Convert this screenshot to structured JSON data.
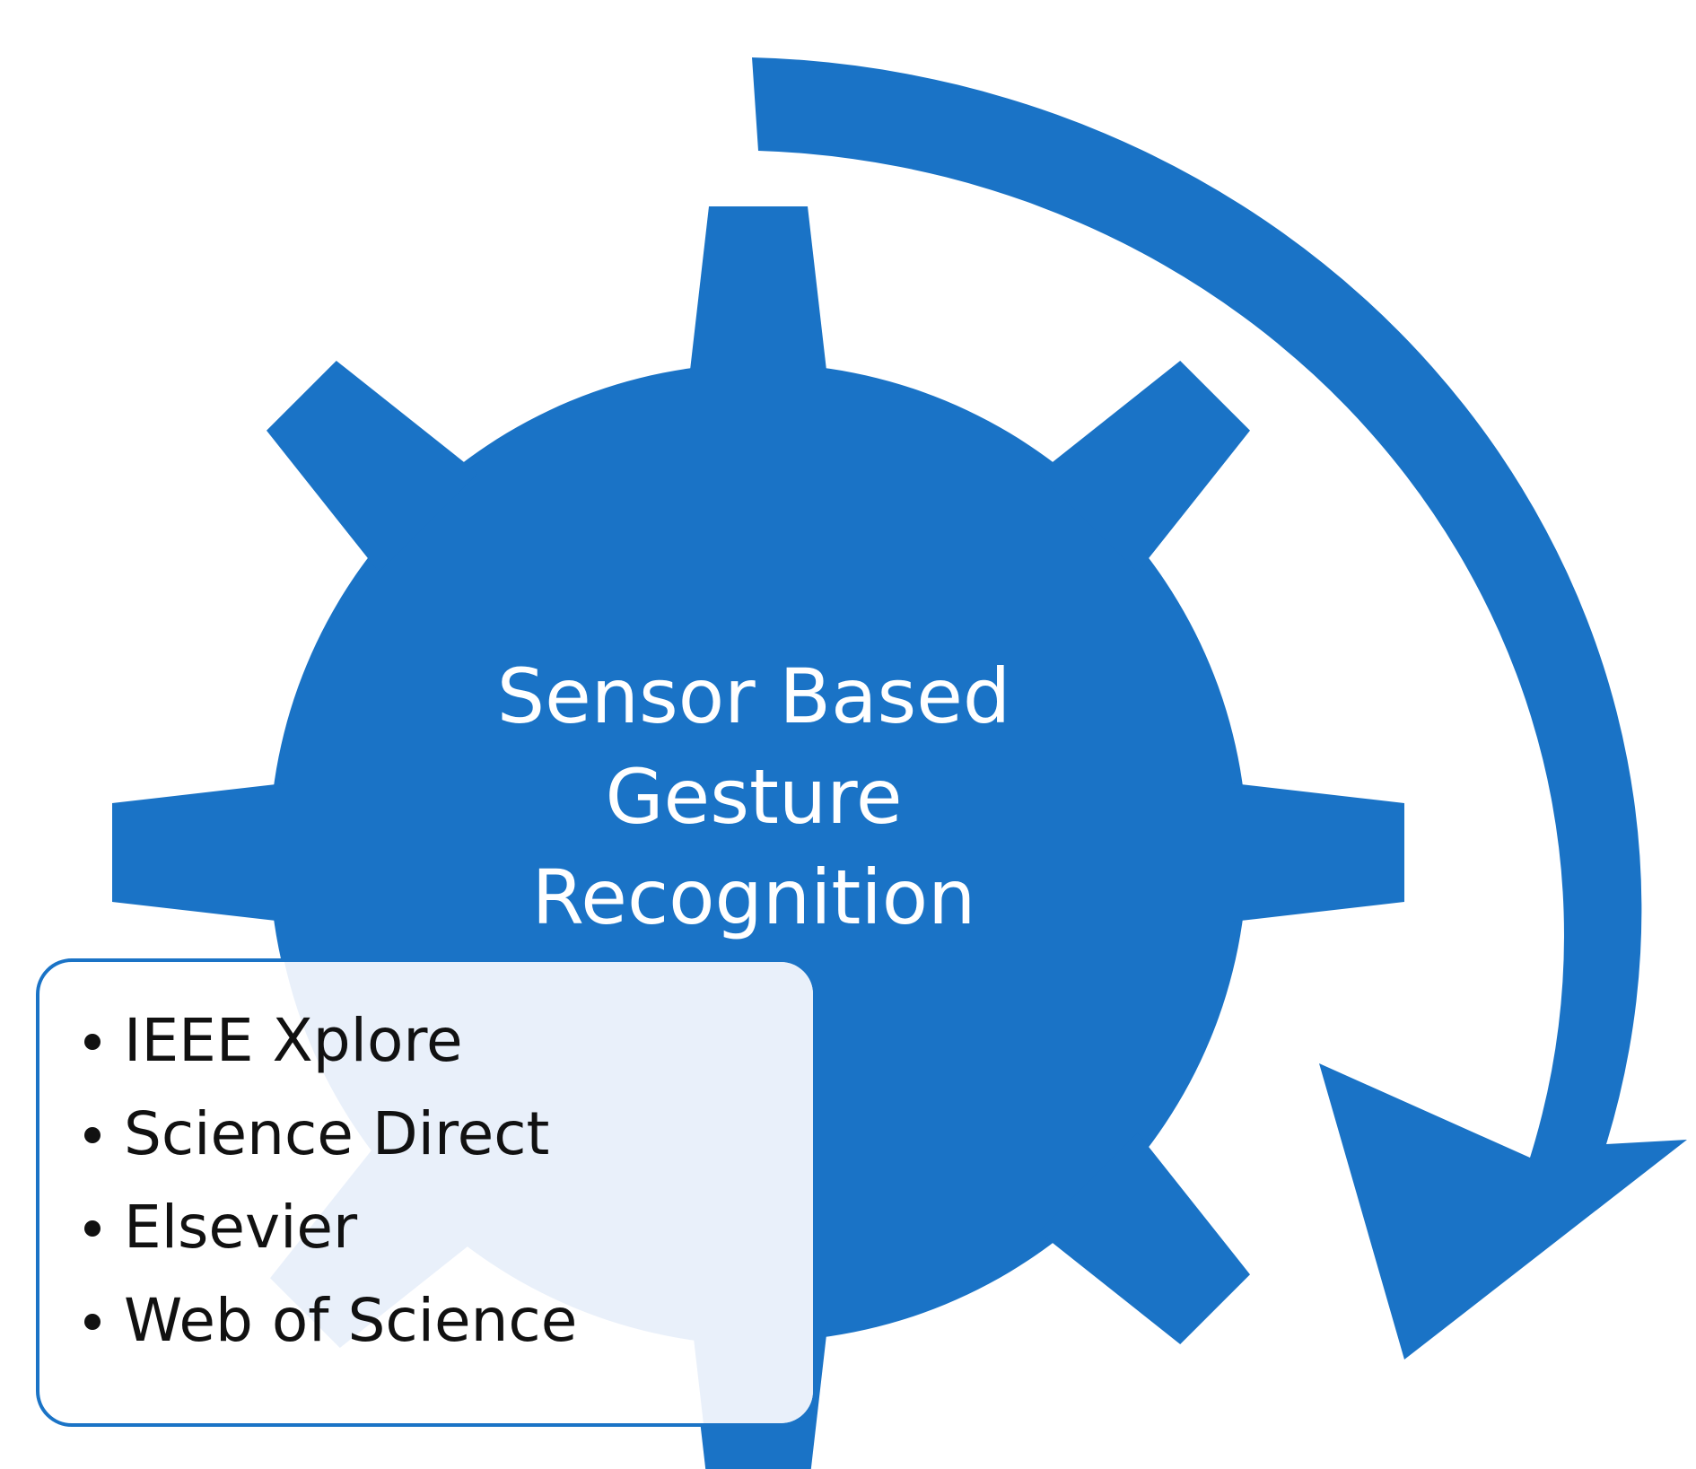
{
  "colors": {
    "gear_fill": "#1a73c6",
    "arrow_fill": "#1a73c6",
    "box_border": "#1a73c6",
    "box_tint": "#e9f0fa",
    "title_text": "#ffffff",
    "list_text": "#111111"
  },
  "gear": {
    "title_lines": [
      "Sensor Based",
      "Gesture",
      "Recognition"
    ]
  },
  "sources": {
    "items": [
      "IEEE Xplore",
      "Science Direct",
      "Elsevier",
      "Web of Science"
    ]
  },
  "icons": {
    "gear": "gear-icon",
    "arrow": "curved-arrow-icon",
    "bullet": "bullet-dot"
  }
}
